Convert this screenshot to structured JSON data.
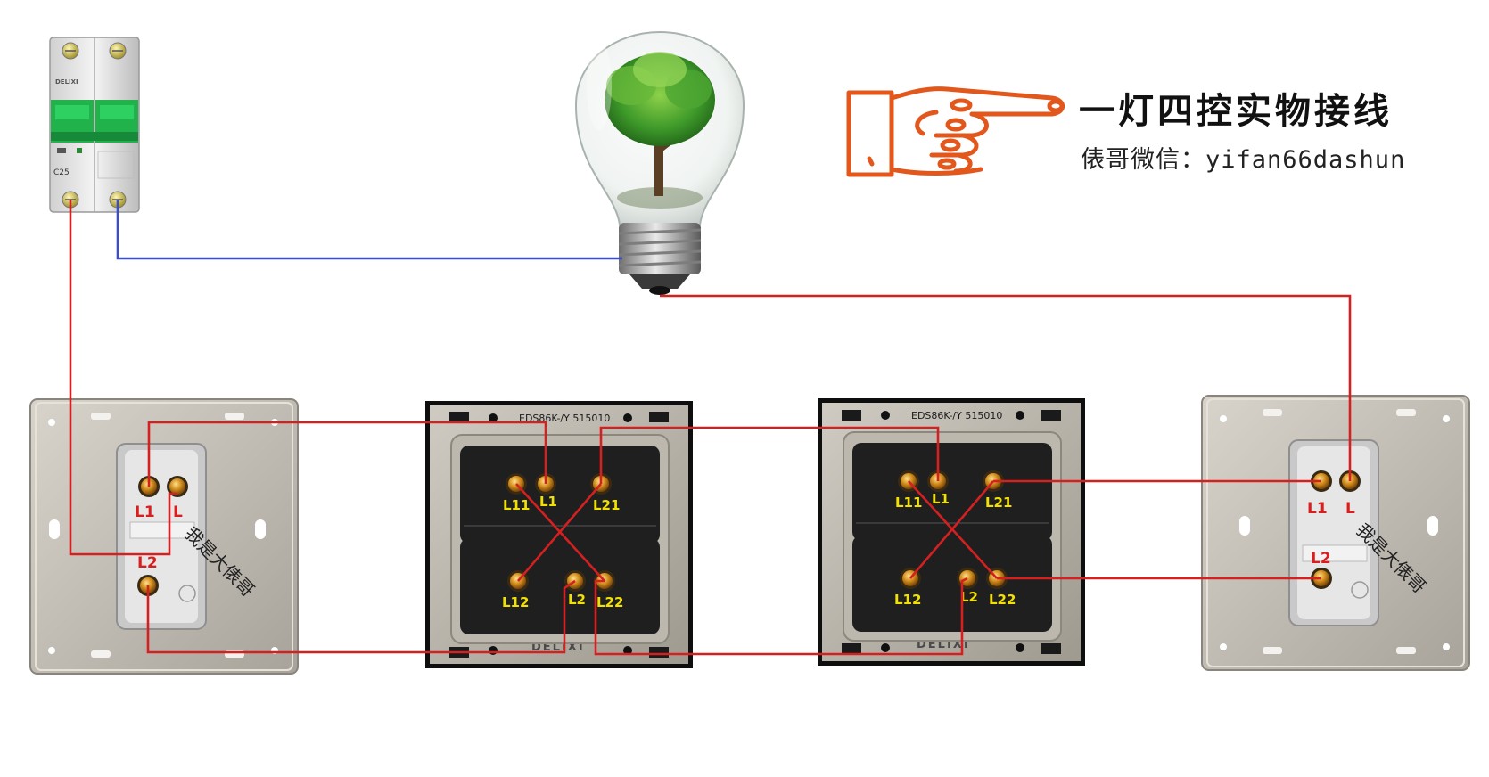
{
  "title": "一灯四控实物接线",
  "subtitle": "俵哥微信：yifan66dashun",
  "breaker": {
    "brand": "DELIXI",
    "rating": "C25"
  },
  "switch_model": "EDS86K-/Y 515010",
  "switch_brand": "DELIXI",
  "stamp_text": "我是大俵哥",
  "one_way_labels": {
    "l1": "L1",
    "l": "L",
    "l2": "L2"
  },
  "two_way_labels": {
    "l11": "L11",
    "l1": "L1",
    "l21": "L21",
    "l12": "L12",
    "l2": "L2",
    "l22": "L22"
  },
  "colors": {
    "live_wire": "#d42020",
    "neutral_wire": "#3a4ec8",
    "breaker_green": "#1fa84a",
    "hand_orange": "#e2571c"
  },
  "icons": [
    "pointing-hand-icon",
    "light-bulb-icon",
    "circuit-breaker-icon"
  ]
}
